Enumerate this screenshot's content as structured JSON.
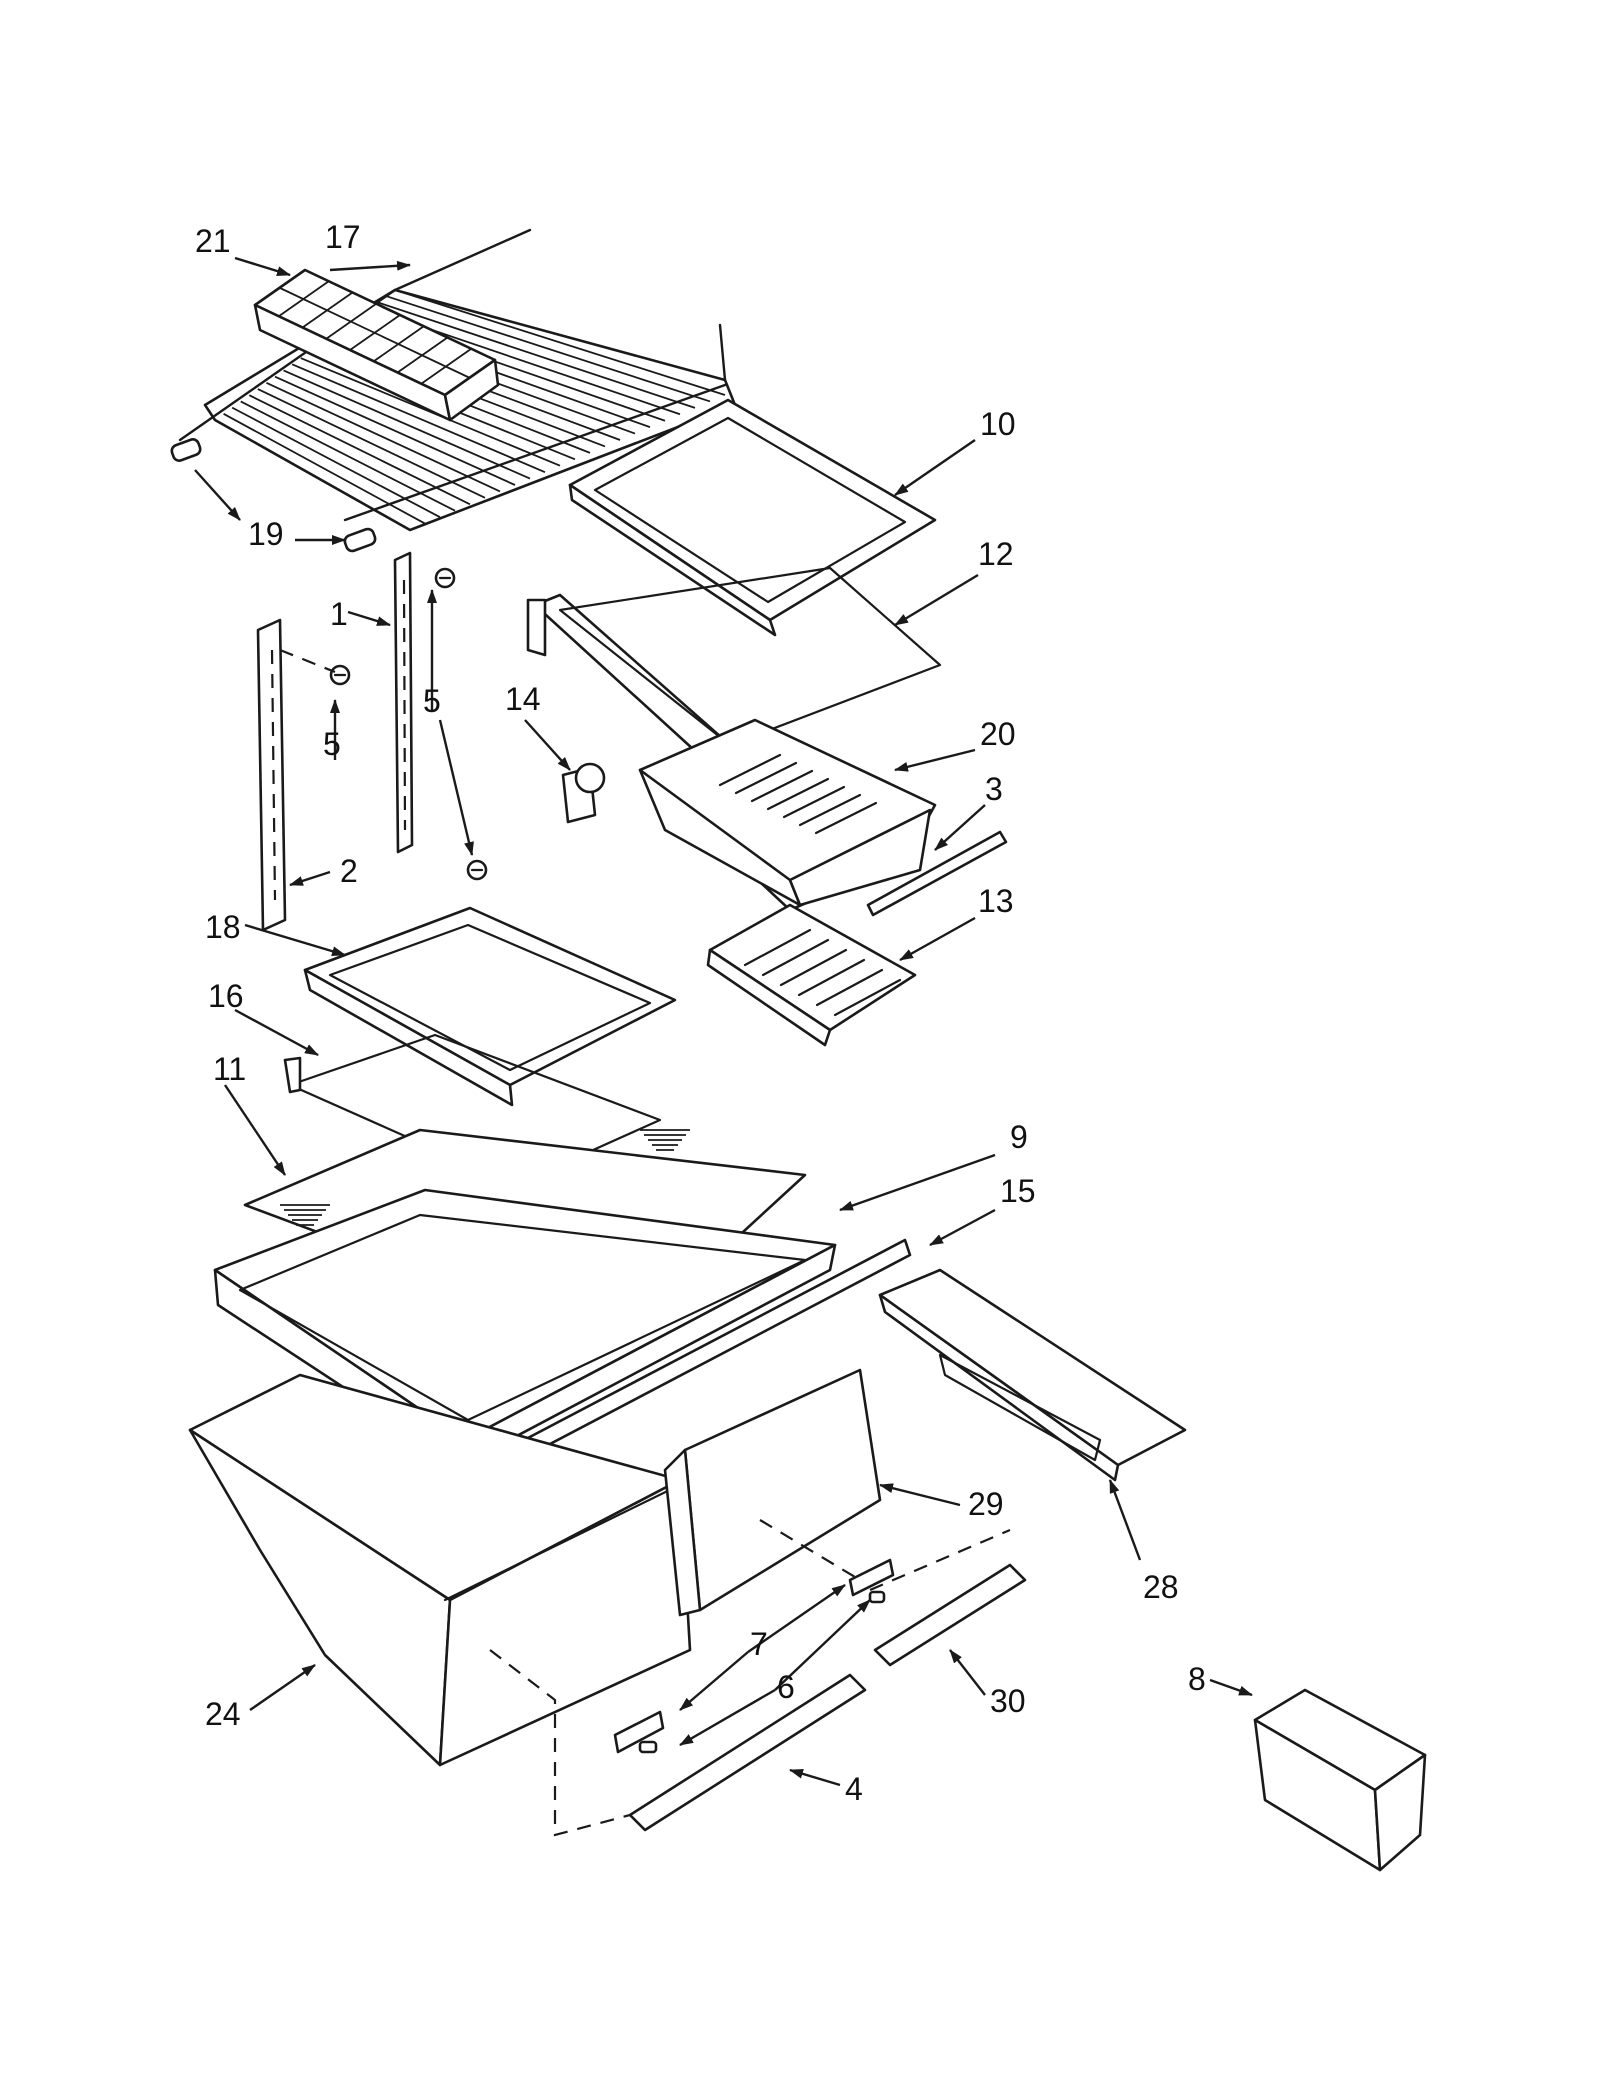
{
  "diagram": {
    "type": "exploded-parts-view",
    "line_color": "#1a1a1a",
    "background": "#ffffff"
  },
  "callouts": {
    "c1": "1",
    "c2": "2",
    "c3": "3",
    "c4": "4",
    "c5a": "5",
    "c5b": "5",
    "c6": "6",
    "c7": "7",
    "c8": "8",
    "c9": "9",
    "c10": "10",
    "c11": "11",
    "c12": "12",
    "c13": "13",
    "c14": "14",
    "c15": "15",
    "c16": "16",
    "c17": "17",
    "c18": "18",
    "c19": "19",
    "c20": "20",
    "c21": "21",
    "c24": "24",
    "c28": "28",
    "c29": "29",
    "c30": "30"
  }
}
